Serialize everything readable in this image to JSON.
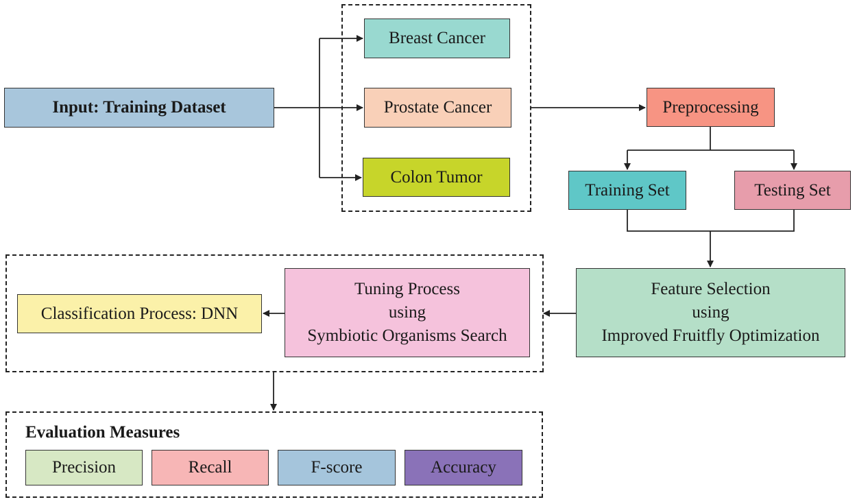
{
  "input": {
    "label": "Input: Training Dataset"
  },
  "datasets": [
    {
      "label": "Breast Cancer"
    },
    {
      "label": "Prostate Cancer"
    },
    {
      "label": "Colon Tumor"
    }
  ],
  "preprocessing": {
    "label": "Preprocessing"
  },
  "split": {
    "training": "Training Set",
    "testing": "Testing Set"
  },
  "feature_selection": {
    "lines": [
      "Feature Selection",
      "using",
      "Improved Fruitfly Optimization"
    ]
  },
  "tuning": {
    "lines": [
      "Tuning Process",
      "using",
      "Symbiotic Organisms Search"
    ]
  },
  "classification": {
    "label": "Classification Process: DNN"
  },
  "evaluation": {
    "title": "Evaluation Measures",
    "measures": [
      {
        "label": "Precision"
      },
      {
        "label": "Recall"
      },
      {
        "label": "F-score"
      },
      {
        "label": "Accuracy"
      }
    ]
  },
  "colors": {
    "input": "#a8c6dc",
    "breast": "#99d9d0",
    "prostate": "#f9d0b8",
    "colon": "#c7d52a",
    "preprocessing": "#f79483",
    "training": "#5fc7c7",
    "testing": "#e79dab",
    "feature": "#b5dfc8",
    "tuning": "#f5c2dc",
    "classification": "#fbf1a9",
    "precision": "#d7e8c4",
    "recall": "#f7b6b6",
    "fscore": "#a5c5dc",
    "accuracy": "#8a72b8"
  }
}
